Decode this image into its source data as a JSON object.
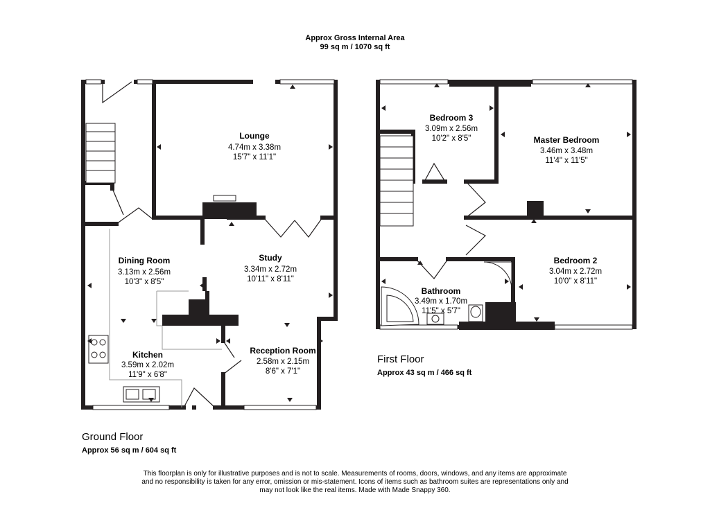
{
  "header": {
    "title": "Approx Gross Internal Area",
    "area": "99 sq m / 1070 sq ft"
  },
  "ground_floor": {
    "name": "Ground Floor",
    "area": "Approx 56 sq m / 604 sq ft",
    "rooms": {
      "lounge": {
        "name": "Lounge",
        "metric": "4.74m x 3.38m",
        "imperial": "15'7\" x 11'1\""
      },
      "dining": {
        "name": "Dining Room",
        "metric": "3.13m x 2.56m",
        "imperial": "10'3\" x 8'5\""
      },
      "study": {
        "name": "Study",
        "metric": "3.34m x 2.72m",
        "imperial": "10'11\" x 8'11\""
      },
      "kitchen": {
        "name": "Kitchen",
        "metric": "3.59m x 2.02m",
        "imperial": "11'9\" x 6'8\""
      },
      "reception": {
        "name": "Reception Room",
        "metric": "2.58m x 2.15m",
        "imperial": "8'6\" x 7'1\""
      }
    }
  },
  "first_floor": {
    "name": "First Floor",
    "area": "Approx 43 sq m / 466 sq ft",
    "rooms": {
      "bedroom3": {
        "name": "Bedroom 3",
        "metric": "3.09m x 2.56m",
        "imperial": "10'2\" x 8'5\""
      },
      "master": {
        "name": "Master Bedroom",
        "metric": "3.46m x 3.48m",
        "imperial": "11'4\" x 11'5\""
      },
      "bathroom": {
        "name": "Bathroom",
        "metric": "3.49m x 1.70m",
        "imperial": "11'5\" x 5'7\""
      },
      "bedroom2": {
        "name": "Bedroom 2",
        "metric": "3.04m x 2.72m",
        "imperial": "10'0\" x 8'11\""
      }
    }
  },
  "disclaimer": {
    "line1": "This floorplan is only for illustrative purposes and is not to scale. Measurements of rooms, doors, windows, and any items are approximate",
    "line2": "and no responsibility is taken for any error, omission or mis-statement. Icons of items such as bathroom suites are representations only and",
    "line3": "may not look like the real items. Made with Made Snappy 360."
  },
  "colors": {
    "wall": "#231f20",
    "window": "#ffffff",
    "fixture": "#999999"
  }
}
